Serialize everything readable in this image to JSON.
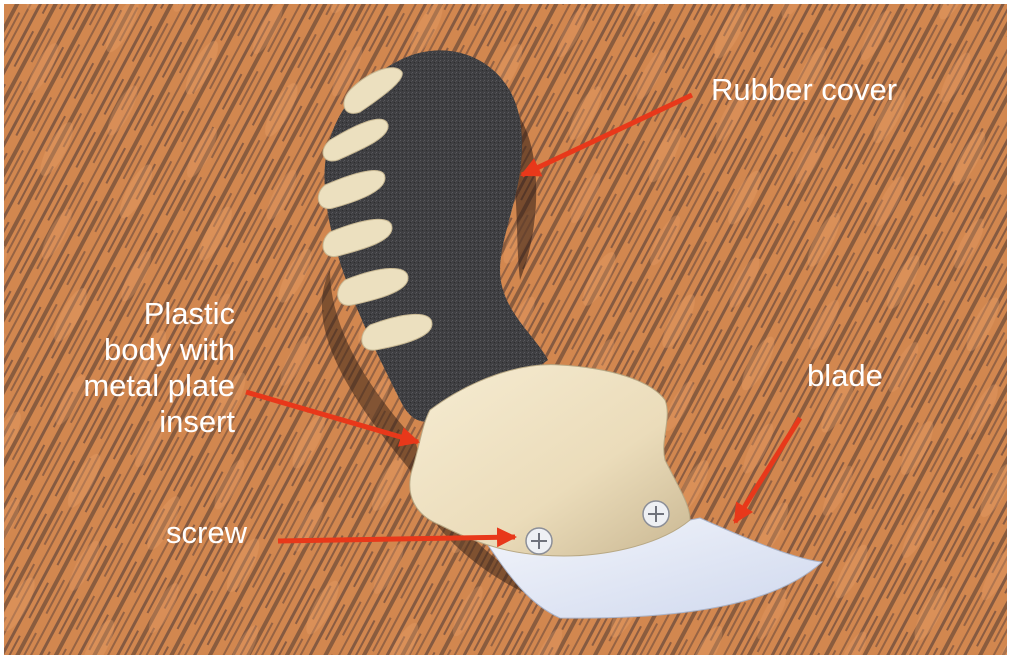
{
  "labels": {
    "rubber_cover": "Rubber cover",
    "plastic_body": [
      "Plastic",
      "body with",
      "metal plate",
      "insert"
    ],
    "blade": "blade",
    "screw": "screw"
  },
  "colors": {
    "wood_base": "#d2874f",
    "wood_grain": "#5a3f38",
    "rubber": "#3d3d40",
    "plastic": "#eee2c4",
    "blade": "#dfe6f7",
    "arrow": "#e8381a",
    "label": "#ffffff"
  }
}
